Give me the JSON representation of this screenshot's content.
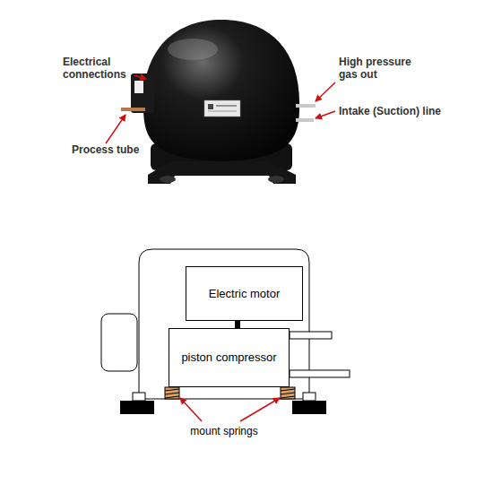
{
  "diagram": {
    "nodes": [
      {
        "text": [
          "Electric motor"
        ]
      },
      {
        "text": [
          "piston compressor"
        ]
      }
    ],
    "edges": [
      {
        "from": 0,
        "to": 1,
        "arrow": "none"
      }
    ],
    "labels": [
      "Electrical connections",
      "Process tube",
      "High pressure gas out",
      "Intake (Suction) line",
      "mount springs"
    ]
  }
}
